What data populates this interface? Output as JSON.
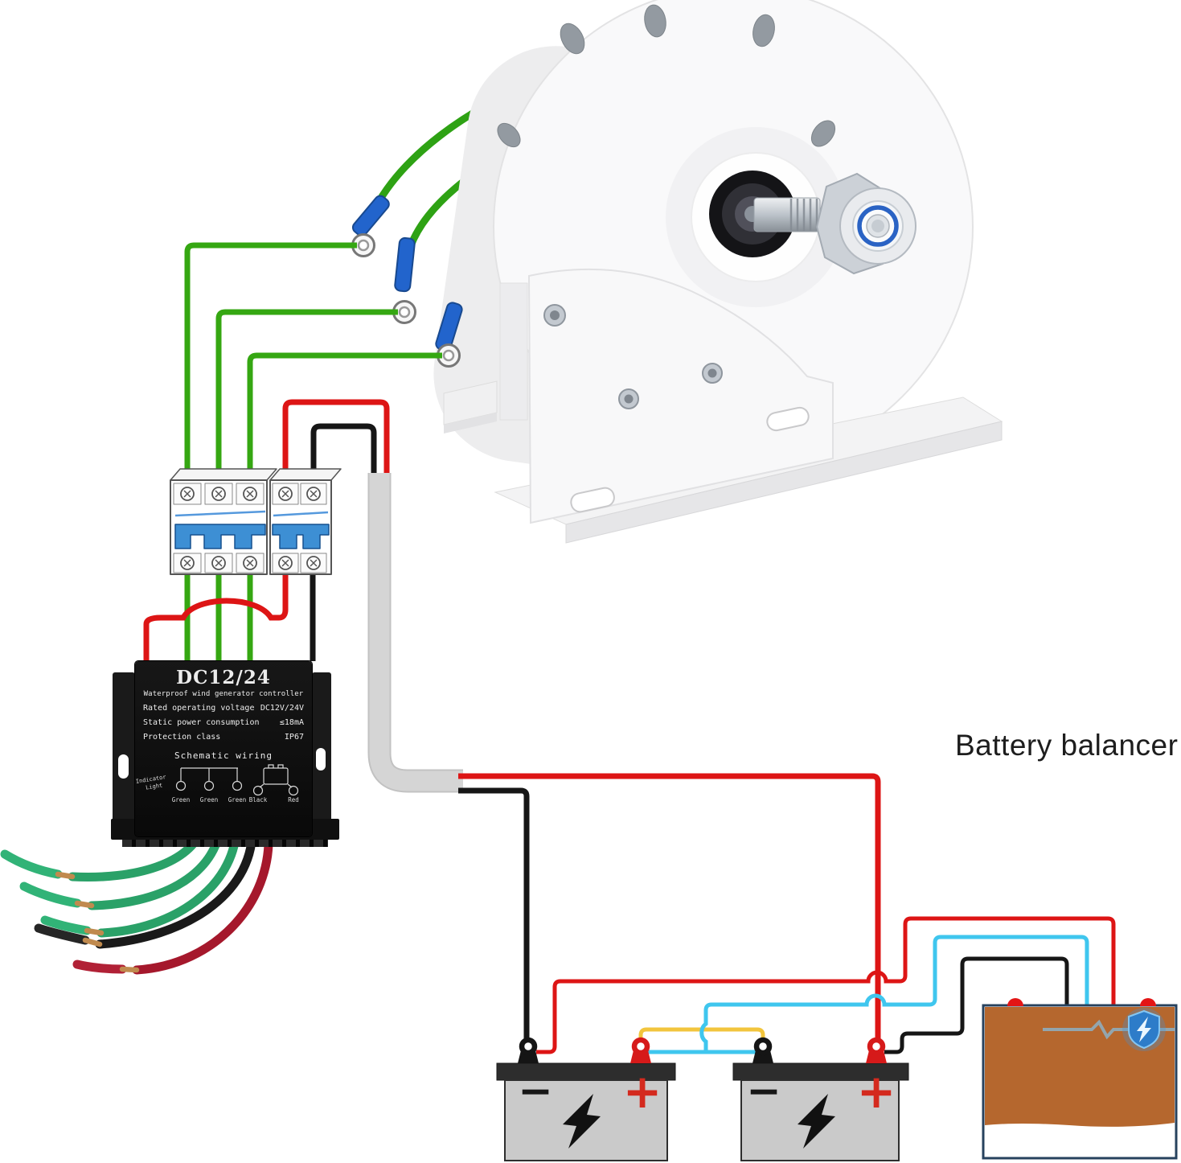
{
  "balancer": {
    "label": "Battery balancer",
    "body_color": "#b5672e",
    "border_color": "#27425e",
    "shield_icon": "shield-lightning-icon"
  },
  "controller": {
    "model": "DC12/24",
    "subtitle": "Waterproof wind generator controller",
    "specs": [
      {
        "label": "Rated operating voltage",
        "value": "DC12V/24V"
      },
      {
        "label": "Static power consumption",
        "value": "≤18mA"
      },
      {
        "label": "Protection class",
        "value": "IP67"
      }
    ],
    "schematic_title": "Schematic wiring",
    "indicator_line1": "Indicator",
    "indicator_line2": "Light",
    "terminal_labels": [
      "Green",
      "Green",
      "Green",
      "Black",
      "Red"
    ]
  },
  "batteries": [
    {
      "minus": "−",
      "plus": "+"
    },
    {
      "minus": "−",
      "plus": "+"
    }
  ],
  "wire_colors": {
    "phase_green": "#35a712",
    "dc_red": "#dd1515",
    "dc_black": "#161616",
    "controller_green": "#2aa168",
    "controller_black": "#1a1a1a",
    "controller_red": "#a5182c",
    "jumper_yellow": "#f2c53d",
    "balance_cyan": "#3fc6ee",
    "sheath_gray": "#d3d3d3",
    "connector_blue": "#2264cc"
  }
}
